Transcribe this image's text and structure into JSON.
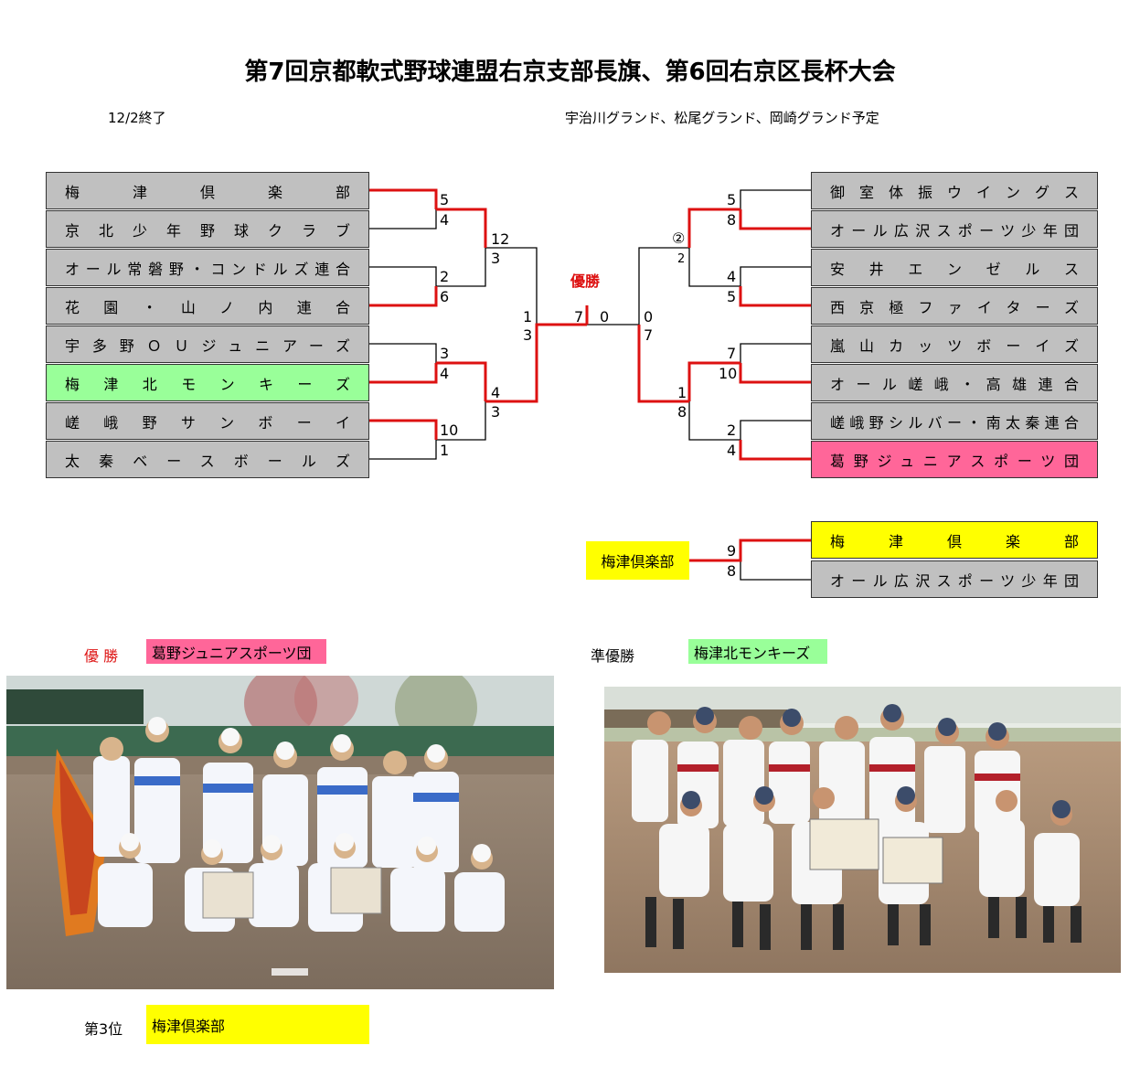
{
  "title": "第7回京都軟式野球連盟右京支部長旗、第6回右京区長杯大会",
  "status": "12/2終了",
  "venues": "宇治川グランド、松尾グランド、岡崎グランド予定",
  "champion_label": "優勝",
  "left_teams": [
    "梅津倶楽部",
    "京北少年野球クラブ",
    "オール常磐野・コンドルズ連合",
    "花園・山ノ内連合",
    "宇多野ＯＵジュニアーズ",
    "梅津北モンキーズ",
    "嵯峨野サンボーイ",
    "太秦ベースボールズ"
  ],
  "right_teams": [
    "御室体振ウイングス",
    "オール広沢スポーツ少年団",
    "安井エンゼルス",
    "西京極ファイターズ",
    "嵐山カッツボーイズ",
    "オール嵯峨・高雄連合",
    "嵯峨野シルバー・南太秦連合",
    "葛野ジュニアスポーツ団"
  ],
  "left_scores": {
    "r1": [
      "5",
      "4",
      "2",
      "6",
      "3",
      "4",
      "10",
      "1"
    ],
    "r2": [
      "12",
      "3",
      "4",
      "3"
    ],
    "semi": [
      "1",
      "3"
    ]
  },
  "right_scores": {
    "r1": [
      "5",
      "8",
      "4",
      "5",
      "7",
      "10",
      "2",
      "4"
    ],
    "r2_top": "②",
    "r2_top_small": "2",
    "r2": [
      "1",
      "8"
    ],
    "semi": [
      "0",
      "7"
    ]
  },
  "final_scores": [
    "7",
    "0"
  ],
  "third_place": {
    "teams": [
      "梅津倶楽部",
      "オール広沢スポーツ少年団"
    ],
    "scores": [
      "9",
      "8"
    ],
    "winner": "梅津倶楽部"
  },
  "results": {
    "champion_label": "優 勝",
    "champion": "葛野ジュニアスポーツ団",
    "runner_up_label": "準優勝",
    "runner_up": "梅津北モンキーズ",
    "third_label": "第3位",
    "third": "梅津倶楽部"
  },
  "colors": {
    "bracket_win": "#dd1111",
    "team_box": "#c0c0c0",
    "highlight_green": "#99ff99",
    "highlight_pink": "#ff6699",
    "highlight_yellow": "#ffff00",
    "champion_text": "#dd1111"
  }
}
